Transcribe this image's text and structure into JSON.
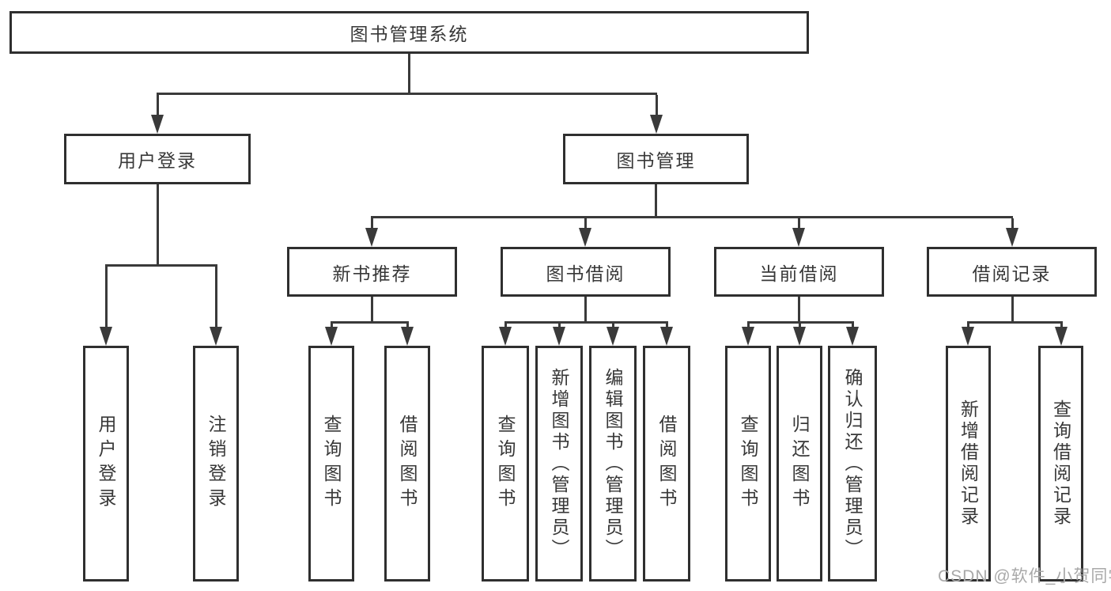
{
  "diagram": {
    "type": "tree",
    "root": {
      "label": "图书管理系统"
    },
    "branches": [
      {
        "label": "用户登录",
        "children": [
          {
            "label": "用户登录"
          },
          {
            "label": "注销登录"
          }
        ]
      },
      {
        "label": "图书管理",
        "children": [
          {
            "label": "新书推荐",
            "children": [
              {
                "label": "查询图书"
              },
              {
                "label": "借阅图书"
              }
            ]
          },
          {
            "label": "图书借阅",
            "children": [
              {
                "label": "查询图书"
              },
              {
                "label": "新增图书（管理员）"
              },
              {
                "label": "编辑图书（管理员）"
              },
              {
                "label": "借阅图书"
              }
            ]
          },
          {
            "label": "当前借阅",
            "children": [
              {
                "label": "查询图书"
              },
              {
                "label": "归还图书"
              },
              {
                "label": "确认归还（管理员）"
              }
            ]
          },
          {
            "label": "借阅记录",
            "children": [
              {
                "label": "新增借阅记录"
              },
              {
                "label": "查询借阅记录"
              }
            ]
          }
        ]
      }
    ],
    "colors": {
      "line": "#3a3a3a",
      "box_border": "#2f2f2f",
      "box_background": "#ffffff",
      "text": "#383838",
      "watermark": "#a9a9a9",
      "page_background": "#ffffff"
    }
  },
  "watermark": {
    "text": "CSDN @软件_小贺同学"
  }
}
